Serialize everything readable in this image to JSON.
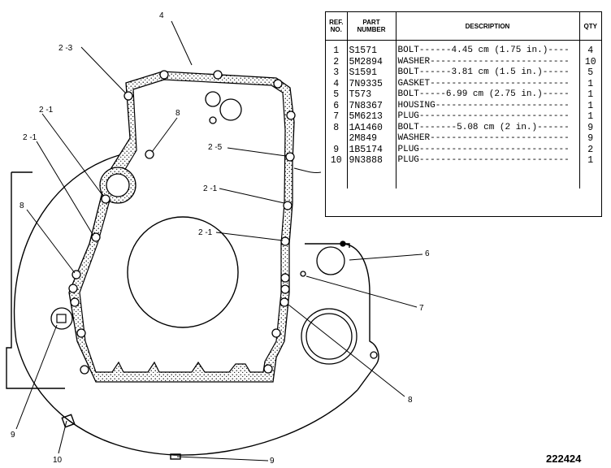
{
  "table": {
    "headers": {
      "ref": "REF. NO.",
      "part": "PART NUMBER",
      "description": "DESCRIPTION",
      "qty": "QTY"
    },
    "rows": [
      {
        "ref": "1",
        "part": "S1571",
        "description": "BOLT------4.45 cm (1.75 in.)----",
        "qty": "4"
      },
      {
        "ref": "2",
        "part": "5M2894",
        "description": "WASHER--------------------------",
        "qty": "10"
      },
      {
        "ref": "3",
        "part": "S1591",
        "description": "BOLT------3.81 cm (1.5 in.)-----",
        "qty": "5"
      },
      {
        "ref": "4",
        "part": "7N9335",
        "description": "GASKET--------------------------",
        "qty": "1"
      },
      {
        "ref": "5",
        "part": "T573",
        "description": "BOLT-----6.99 cm (2.75 in.)-----",
        "qty": "1"
      },
      {
        "ref": "6",
        "part": "7N8367",
        "description": "HOUSING-------------------------",
        "qty": "1"
      },
      {
        "ref": "7",
        "part": "5M6213",
        "description": "PLUG----------------------------",
        "qty": "1"
      },
      {
        "ref": "8",
        "part": "1A1460",
        "description": "BOLT-------5.08 cm (2 in.)------",
        "qty": "9"
      },
      {
        "ref": "",
        "part": "2M849",
        "description": "WASHER--------------------------",
        "qty": "9"
      },
      {
        "ref": "9",
        "part": "1B5174",
        "description": "PLUG----------------------------",
        "qty": "2"
      },
      {
        "ref": "10",
        "part": "9N3888",
        "description": "PLUG----------------------------",
        "qty": "1"
      }
    ]
  },
  "callouts": {
    "c4": "4",
    "c2_3": "2 -3",
    "c8_upper": "8",
    "c2_1_a": "2 -1",
    "c2_1_b": "2 -1",
    "c2_5": "2 -5",
    "c2_1_c": "2 -1",
    "c2_1_d": "2 -1",
    "c8_left": "8",
    "c6": "6",
    "c7": "7",
    "c8_lower": "8",
    "c9_left": "9",
    "c10": "10",
    "c9_bottom": "9"
  },
  "drawing_number": "222424"
}
